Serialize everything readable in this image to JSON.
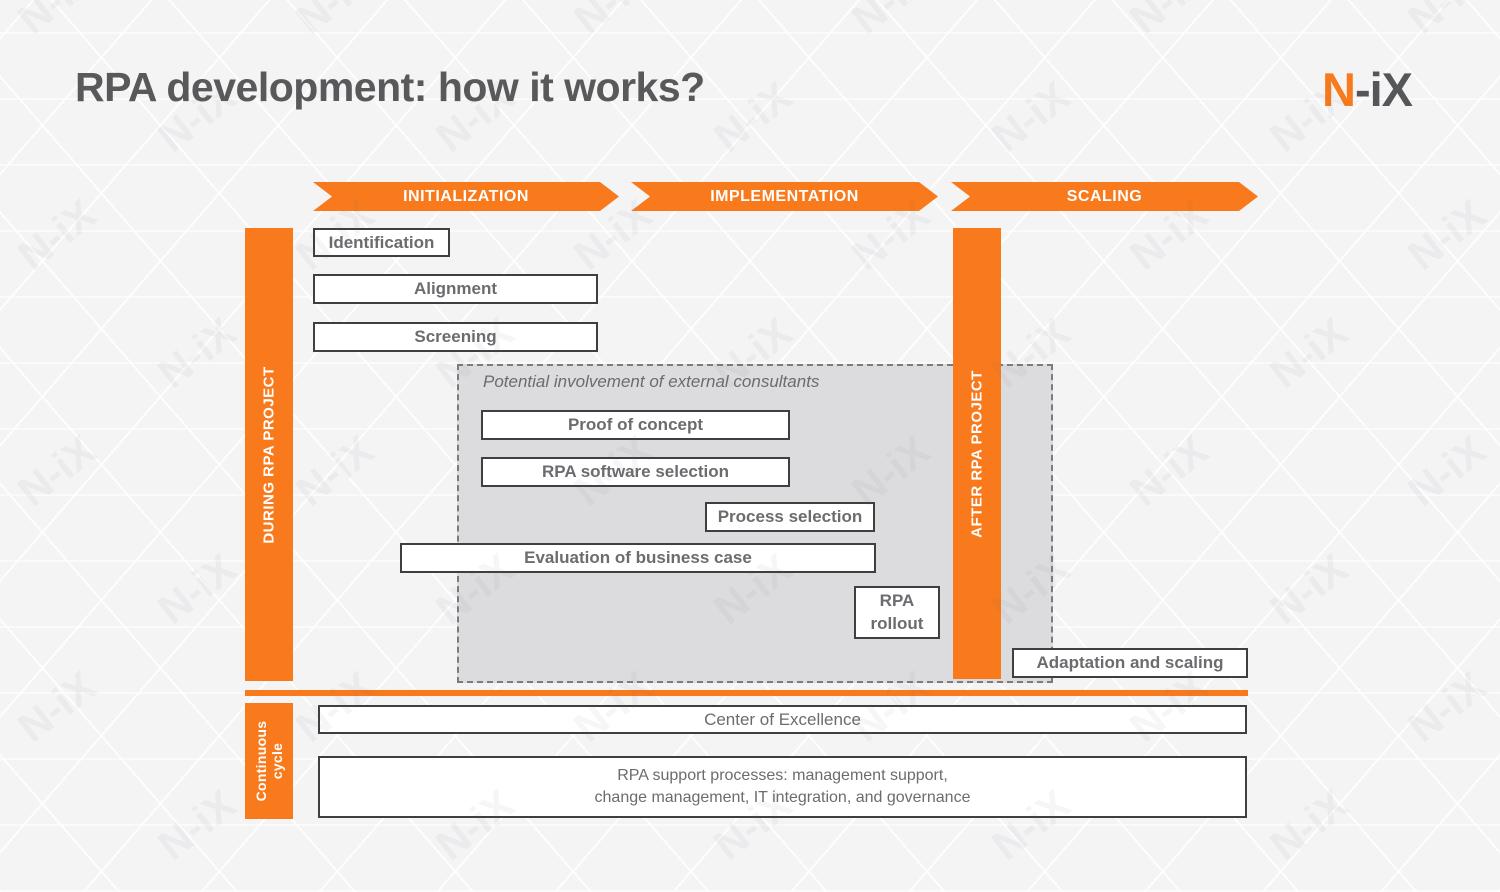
{
  "title": "RPA development: how it works?",
  "logo": {
    "orange_part": "N",
    "gray_part": "-iX"
  },
  "watermark": {
    "text": "N-iX"
  },
  "colors": {
    "accent_orange": "#f87a1c",
    "title_gray": "#59595b",
    "box_text_gray": "#6b6c6f",
    "dashed_area_fill": "#dcdcde"
  },
  "phases": [
    {
      "label": "INITIALIZATION"
    },
    {
      "label": "IMPLEMENTATION"
    },
    {
      "label": "SCALING"
    }
  ],
  "bars": {
    "during": "DURING RPA PROJECT",
    "after": "AFTER RPA PROJECT",
    "continuous": "Continuous cycle"
  },
  "boxes": {
    "identification": "Identification",
    "alignment": "Alignment",
    "screening": "Screening",
    "consultants_note": "Potential involvement of external consultants",
    "proof_of_concept": "Proof of concept",
    "rpa_software_selection": "RPA software selection",
    "process_selection": "Process selection",
    "evaluation_of_business_case": "Evaluation of business case",
    "rpa_rollout": "RPA rollout",
    "adaptation_and_scaling": "Adaptation and scaling",
    "center_of_excellence": "Center of Excellence",
    "rpa_support_line1": "RPA support processes: management support,",
    "rpa_support_line2": "change management, IT integration, and governance"
  }
}
